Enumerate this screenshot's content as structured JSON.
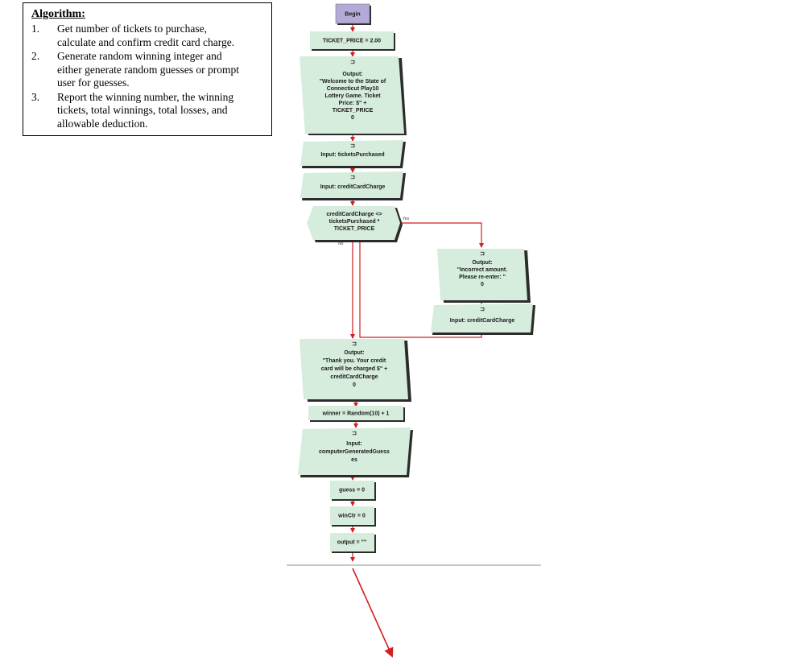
{
  "algorithm": {
    "title": "Algorithm:",
    "steps": [
      {
        "num": "1.",
        "lines": [
          "Get number of tickets to purchase,",
          "calculate and confirm credit card charge."
        ]
      },
      {
        "num": "2.",
        "lines": [
          "Generate random winning integer and",
          "either generate random guesses or prompt",
          "user for guesses."
        ]
      },
      {
        "num": "3.",
        "lines": [
          "Report the winning number, the winning",
          "tickets, total winnings, total losses, and",
          "allowable deduction."
        ]
      }
    ]
  },
  "flow": {
    "begin": "Begin",
    "ticket_price": "TICKET_PRICE = 2.00",
    "output_welcome": [
      "Output:",
      "\"Welcome to the State of",
      "Connecticut Play10",
      "Lottery Game.  Ticket",
      "Price: $\" +",
      "TICKET_PRICE",
      "0"
    ],
    "input_tickets": "Input: ticketsPurchased",
    "input_card": "Input: creditCardCharge",
    "decision": [
      "creditCardCharge <>",
      "ticketsPurchased *",
      "TICKET_PRICE"
    ],
    "yes_label": "Yes",
    "no_label": "No",
    "output_incorrect": [
      "Output:",
      "\"Incorrect amount.",
      "Please re-enter: \"",
      "0"
    ],
    "input_card_retry": "Input: creditCardCharge",
    "output_thanks": [
      "Output:",
      "\"Thank you.  Your credit",
      "card will be charged $\" +",
      "creditCardCharge",
      "0"
    ],
    "winner": "winner = Random(10) + 1",
    "input_guess": [
      "Input:",
      "computerGeneratedGuess",
      "es"
    ],
    "guess": "guess = 0",
    "winctr": "winCtr = 0",
    "output_assign": "output = \"\""
  },
  "colors": {
    "box_fill": "#d6ecdc",
    "begin_fill": "#b4a9d8",
    "flow_line": "#d21f1f",
    "shadow": "#2b2b2b"
  }
}
